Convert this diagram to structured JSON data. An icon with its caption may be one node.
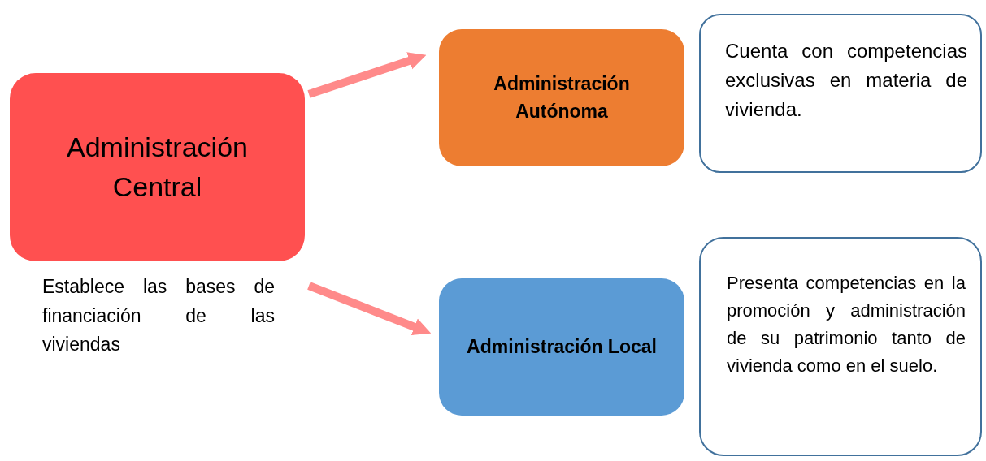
{
  "diagram": {
    "nodes": [
      {
        "text": [
          "Administración Central"
        ],
        "beside": [
          "Establece las bases de financiación de las viviendas"
        ]
      },
      {
        "text": [
          "Administración Autónoma"
        ]
      },
      {
        "text": [
          "Cuenta con competencias exclusivas en materia de vivienda."
        ]
      },
      {
        "text": [
          "Administración Local"
        ]
      },
      {
        "text": [
          "Presenta competencias en la promoción y administración de su patrimonio tanto de vivienda como en el suelo."
        ]
      }
    ],
    "edges": [
      {
        "from": 0,
        "to": 1,
        "arrow": "to"
      },
      {
        "from": 0,
        "to": 3,
        "arrow": "to"
      }
    ]
  }
}
